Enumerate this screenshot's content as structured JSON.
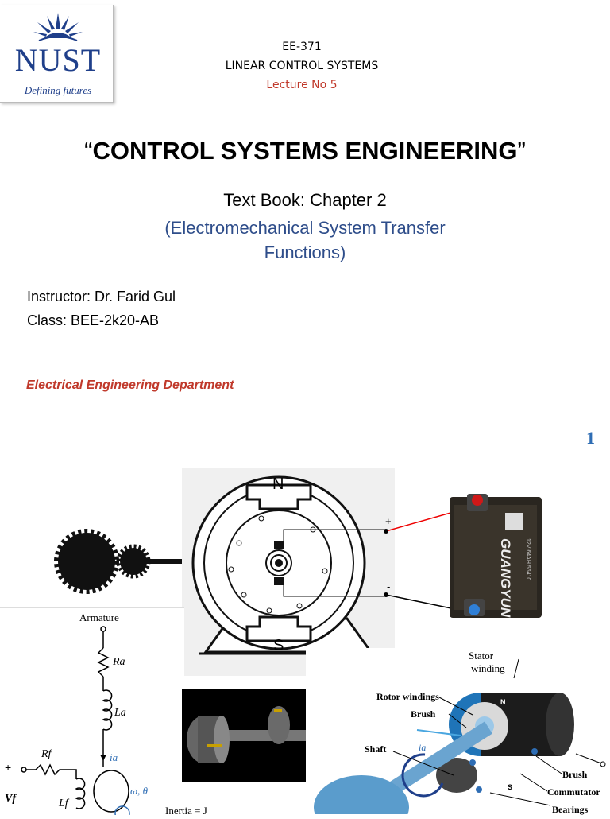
{
  "logo": {
    "name": "NUST",
    "tagline": "Defining futures"
  },
  "course": {
    "code": "EE-371",
    "name": "LINEAR CONTROL SYSTEMS",
    "lecture": "Lecture  No 5"
  },
  "title": {
    "open_quote": "“",
    "text": "CONTROL SYSTEMS ENGINEERING",
    "close_quote": "”"
  },
  "textbook": "Text Book: Chapter 2",
  "topic_line1": "(Electromechanical System Transfer",
  "topic_line2": "Functions)",
  "instructor": "Instructor: Dr. Farid Gul",
  "class": "Class: BEE-2k20-AB",
  "department": "Electrical  Engineering Department",
  "page_number": "1",
  "motor_diagram": {
    "north": "N",
    "south": "S",
    "plus": "+",
    "minus": "-"
  },
  "battery": {
    "brand": "GUANGYUN",
    "spec": "12V 64AH 56410"
  },
  "circuit": {
    "armature": "Armature",
    "Ra": "Ra",
    "La": "La",
    "ia": "ia",
    "Rf": "Rf",
    "Lf": "Lf",
    "Vf": "Vf",
    "plus": "+",
    "omega": "ω, θ",
    "inertia": "Inertia = J"
  },
  "motor_cutaway": {
    "stator": "Stator",
    "winding": "winding",
    "rotor_windings": "Rotor windings",
    "brush_top": "Brush",
    "shaft": "Shaft",
    "ia": "ia",
    "n": "N",
    "s": "S",
    "brush_bottom": "Brush",
    "commutator": "Commutator",
    "bearings": "Bearings"
  },
  "colors": {
    "brand_blue": "#1f3f8a",
    "lecture_red": "#c0392b",
    "topic_blue": "#2e4d8a",
    "page_blue": "#2e6db4"
  }
}
